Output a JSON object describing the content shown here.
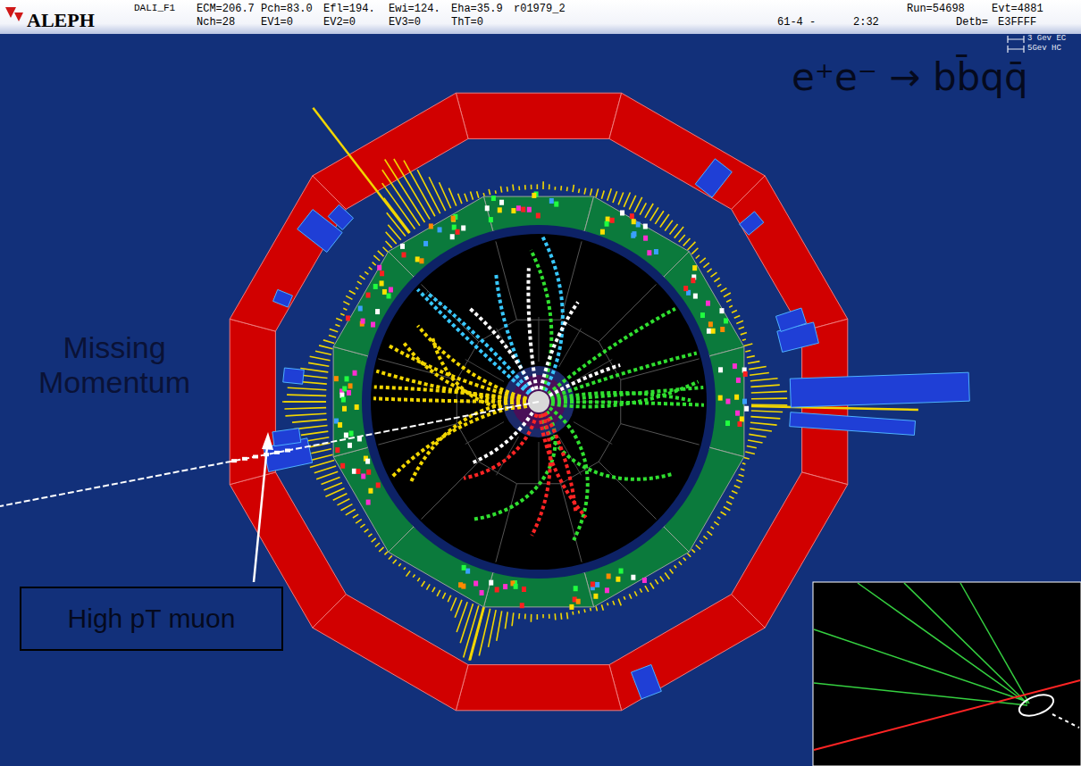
{
  "diagram": {
    "title": "e⁺e⁻ → bb̄qq̄",
    "nodes": [
      {
        "text": [
          "High pT muon"
        ]
      }
    ],
    "labels": [
      "ALEPH",
      "DALI_F1",
      "ECM=206.7",
      "Pch=83.0",
      "Efl=194.",
      "Ewi=124.",
      "Eha=35.9",
      "r01979_2",
      "Run=54698",
      "Evt=4881",
      "Nch=28",
      "EV1=0",
      "EV2=0",
      "EV3=0",
      "ThT=0",
      "61-4 -",
      "2:32",
      "Detb=",
      "E3FFFF",
      "3 Gev EC",
      "5Gev HC",
      "Missing Momentum"
    ]
  }
}
